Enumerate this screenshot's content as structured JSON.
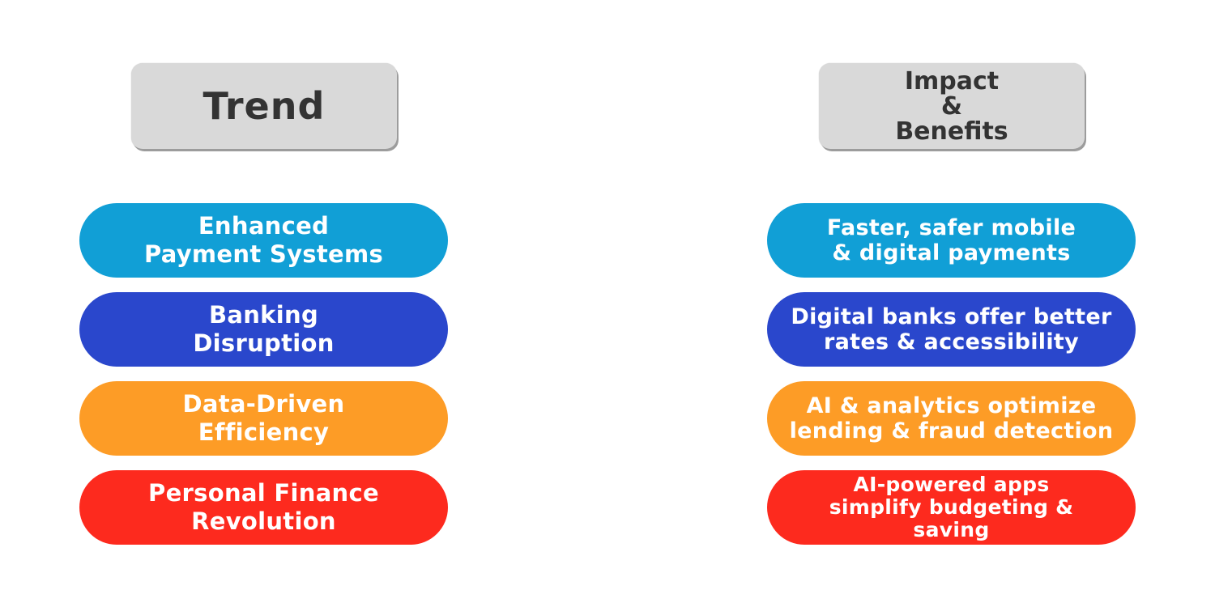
{
  "headers": {
    "trend": "Trend",
    "impact": "Impact\n&\nBenefits"
  },
  "colors": {
    "header_bg": "#d9d9d9",
    "header_text": "#333333",
    "row1": "#119fd6",
    "row2": "#2a47cc",
    "row3": "#fd9c26",
    "row4": "#fd2a1e"
  },
  "trends": [
    {
      "label": "Enhanced\nPayment Systems",
      "color": "#119fd6"
    },
    {
      "label": "Banking\nDisruption",
      "color": "#2a47cc"
    },
    {
      "label": "Data-Driven\nEfficiency",
      "color": "#fd9c26"
    },
    {
      "label": "Personal Finance\nRevolution",
      "color": "#fd2a1e"
    }
  ],
  "impacts": [
    {
      "label": "Faster, safer mobile\n& digital payments",
      "color": "#119fd6"
    },
    {
      "label": "Digital banks offer better\nrates & accessibility",
      "color": "#2a47cc"
    },
    {
      "label": "AI & analytics optimize\nlending & fraud detection",
      "color": "#fd9c26"
    },
    {
      "label": "AI-powered apps\nsimplify budgeting &\nsaving",
      "color": "#fd2a1e"
    }
  ]
}
